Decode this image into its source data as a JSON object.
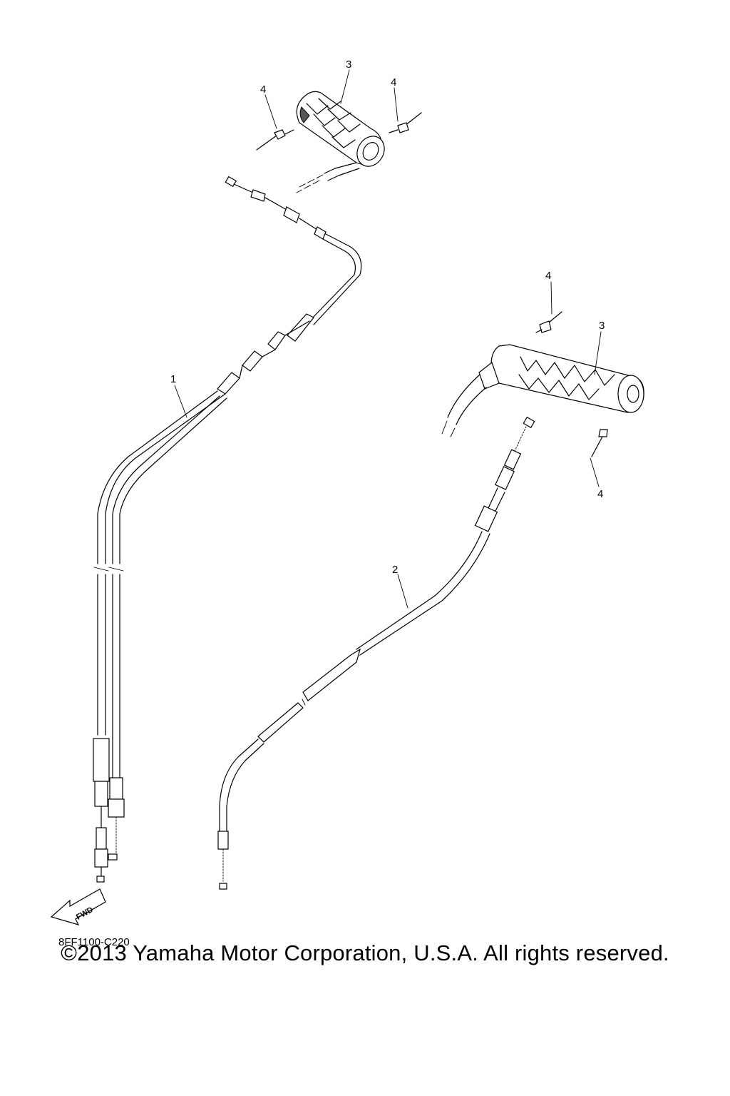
{
  "callouts": {
    "cable_1": "1",
    "cable_2": "2",
    "grip_left": "3",
    "grip_right": "3",
    "rivet_tl": "4",
    "rivet_tr": "4",
    "rivet_mr_top": "4",
    "rivet_mr_bottom": "4"
  },
  "fwd_label": "FWD",
  "part_code": "8FF1100-C220",
  "copyright": "©2013 Yamaha Motor Corporation, U.S.A. All rights reserved."
}
